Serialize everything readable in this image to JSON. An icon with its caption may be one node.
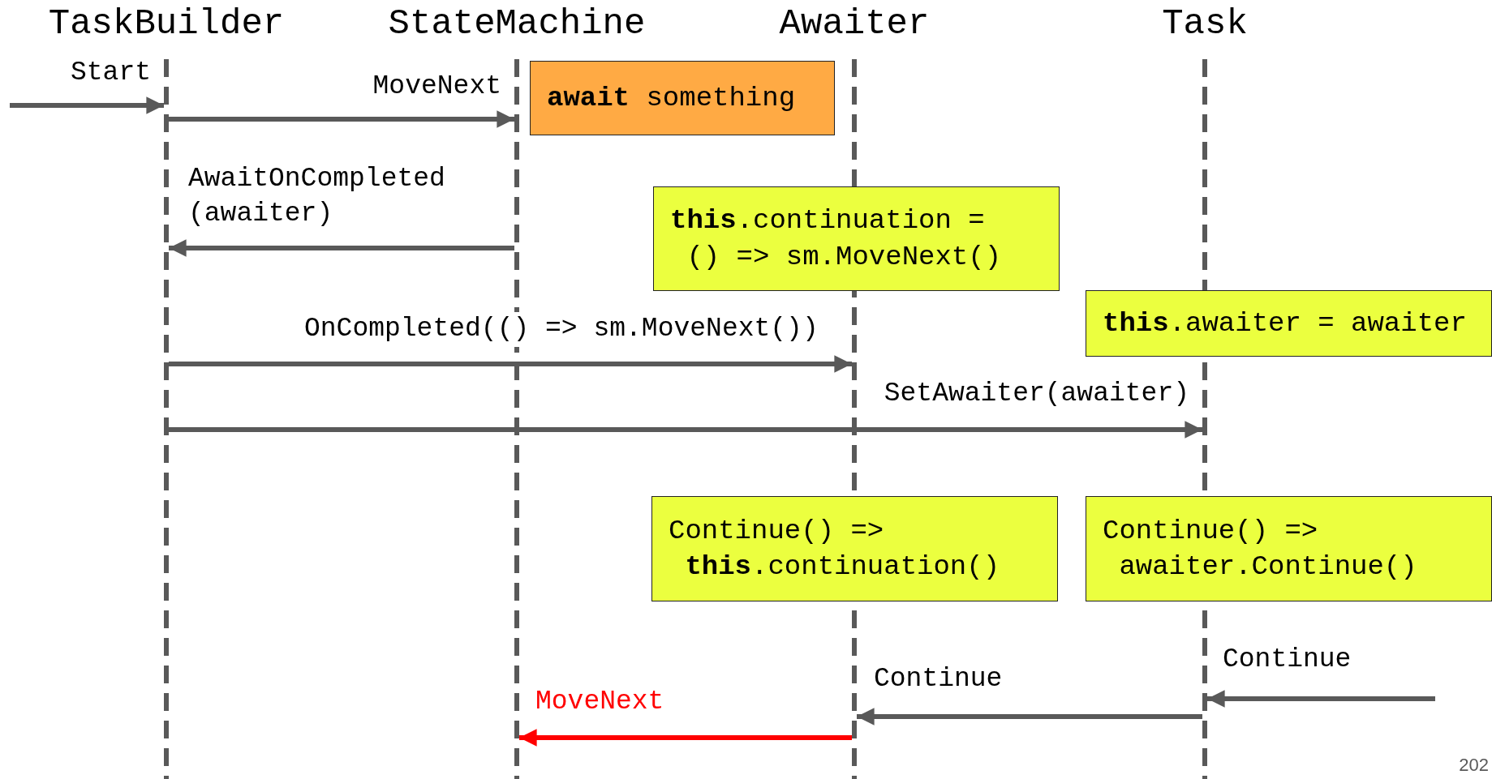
{
  "diagram": {
    "nodes": [
      {
        "text": [],
        "shape": "bar",
        "beside": [
          "TaskBuilder"
        ]
      },
      {
        "text": [],
        "shape": "bar",
        "beside": [
          "StateMachine"
        ]
      },
      {
        "text": [],
        "shape": "bar",
        "beside": [
          "Awaiter"
        ]
      },
      {
        "text": [],
        "shape": "bar",
        "beside": [
          "Task"
        ]
      },
      {
        "text": [
          "**await** something"
        ]
      },
      {
        "text": [
          "**this**.continuation = () => sm.MoveNext()"
        ]
      },
      {
        "text": [
          "**this**.awaiter = awaiter"
        ]
      },
      {
        "text": [
          "Continue() => **this**.continuation()"
        ]
      },
      {
        "text": [
          "Continue() => awaiter.Continue()"
        ]
      }
    ],
    "edges": [
      {
        "from": null,
        "to": 0,
        "arrow": "to",
        "label": "Start"
      },
      {
        "from": 0,
        "to": 1,
        "arrow": "to",
        "label": "MoveNext"
      },
      {
        "from": 1,
        "to": 0,
        "arrow": "to",
        "label": "AwaitOnCompleted (awaiter)"
      },
      {
        "from": 0,
        "to": 2,
        "arrow": "to",
        "label": "OnCompleted(() => sm.MoveNext())"
      },
      {
        "from": 0,
        "to": 3,
        "arrow": "to",
        "label": "SetAwaiter(awaiter)"
      },
      {
        "from": null,
        "to": 3,
        "arrow": "to",
        "label": "Continue"
      },
      {
        "from": 3,
        "to": 2,
        "arrow": "to",
        "label": "Continue"
      },
      {
        "from": 2,
        "to": 1,
        "arrow": "to",
        "label": "MoveNext",
        "color": "#ff0000"
      }
    ],
    "labels": [
      "202"
    ]
  }
}
